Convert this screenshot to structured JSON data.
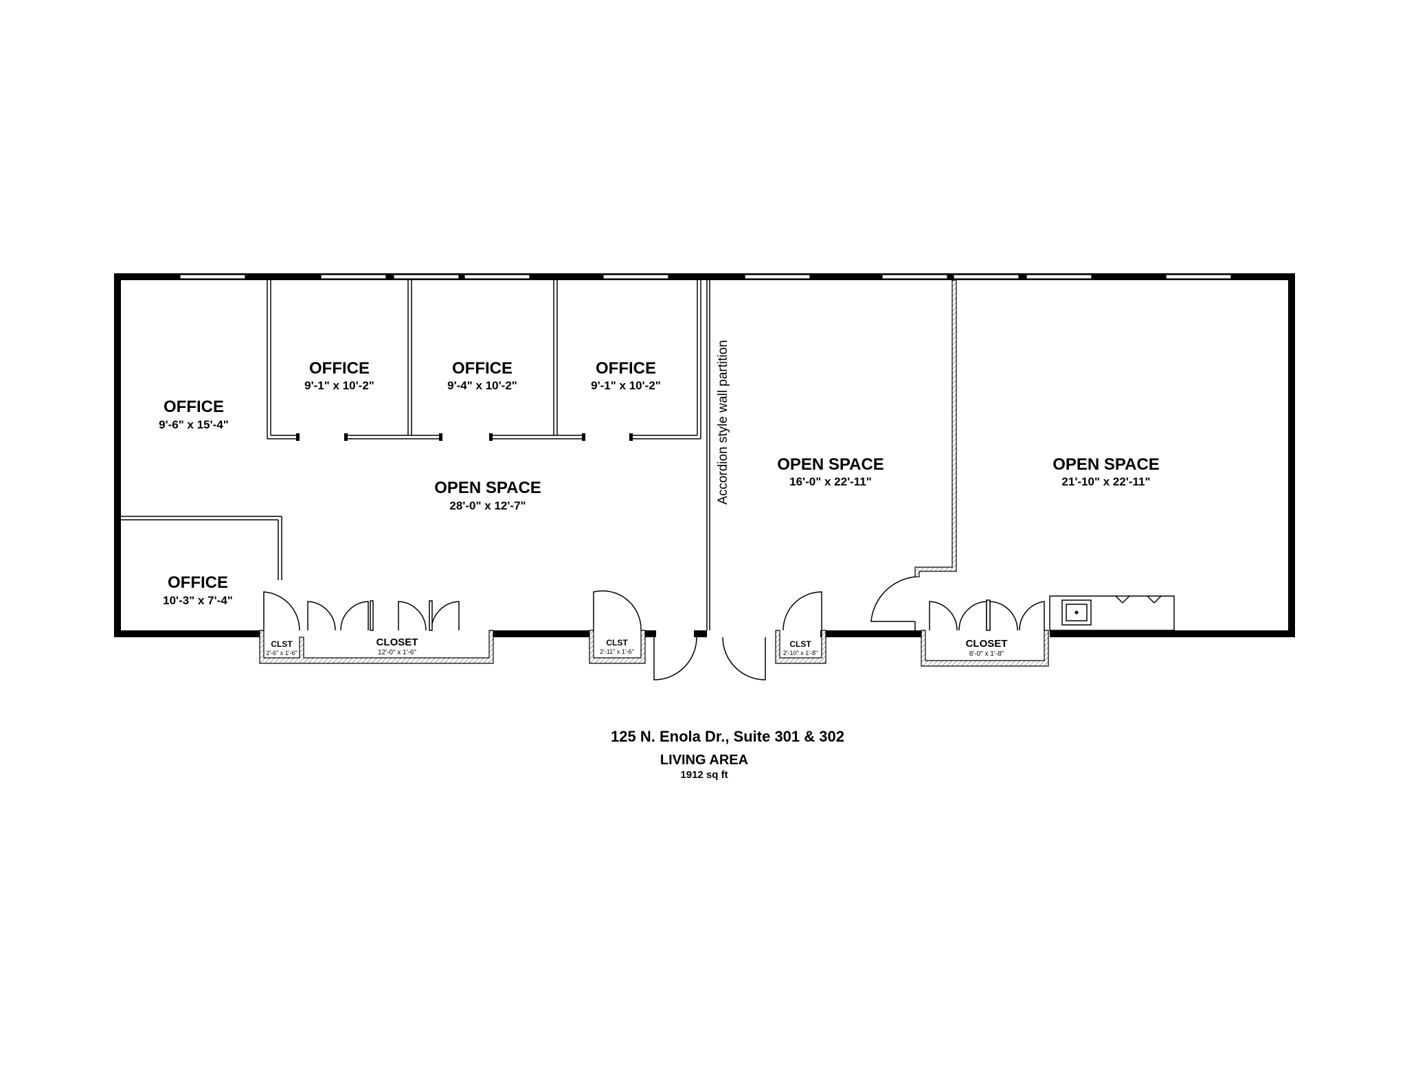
{
  "rooms": {
    "office_left": {
      "name": "OFFICE",
      "dims": "9'-6\" x 15'-4\""
    },
    "office_1": {
      "name": "OFFICE",
      "dims": "9'-1\" x 10'-2\""
    },
    "office_2": {
      "name": "OFFICE",
      "dims": "9'-4\" x 10'-2\""
    },
    "office_3": {
      "name": "OFFICE",
      "dims": "9'-1\" x 10'-2\""
    },
    "office_bottom": {
      "name": "OFFICE",
      "dims": "10'-3\" x 7'-4\""
    },
    "open_space_1": {
      "name": "OPEN SPACE",
      "dims": "28'-0\" x 12'-7\""
    },
    "open_space_2": {
      "name": "OPEN SPACE",
      "dims": "16'-0\" x 22'-11\""
    },
    "open_space_3": {
      "name": "OPEN SPACE",
      "dims": "21'-10\" x 22'-11\""
    }
  },
  "closets": {
    "clst_1": {
      "name": "CLST",
      "dims": "2'-6\" x 1'-6\""
    },
    "closet_1": {
      "name": "CLOSET",
      "dims": "12'-0\" x 1'-6\""
    },
    "clst_2": {
      "name": "CLST",
      "dims": "2'-11\" x 1'-6\""
    },
    "clst_3": {
      "name": "CLST",
      "dims": "2'-10\" x 1'-8\""
    },
    "closet_2": {
      "name": "CLOSET",
      "dims": "8'-0\" x 1'-8\""
    }
  },
  "partition_label": "Accordion style wall partition",
  "footer": {
    "address": "125 N. Enola Dr., Suite 301 & 302",
    "area_title": "LIVING AREA",
    "area_value": "1912 sq ft"
  }
}
